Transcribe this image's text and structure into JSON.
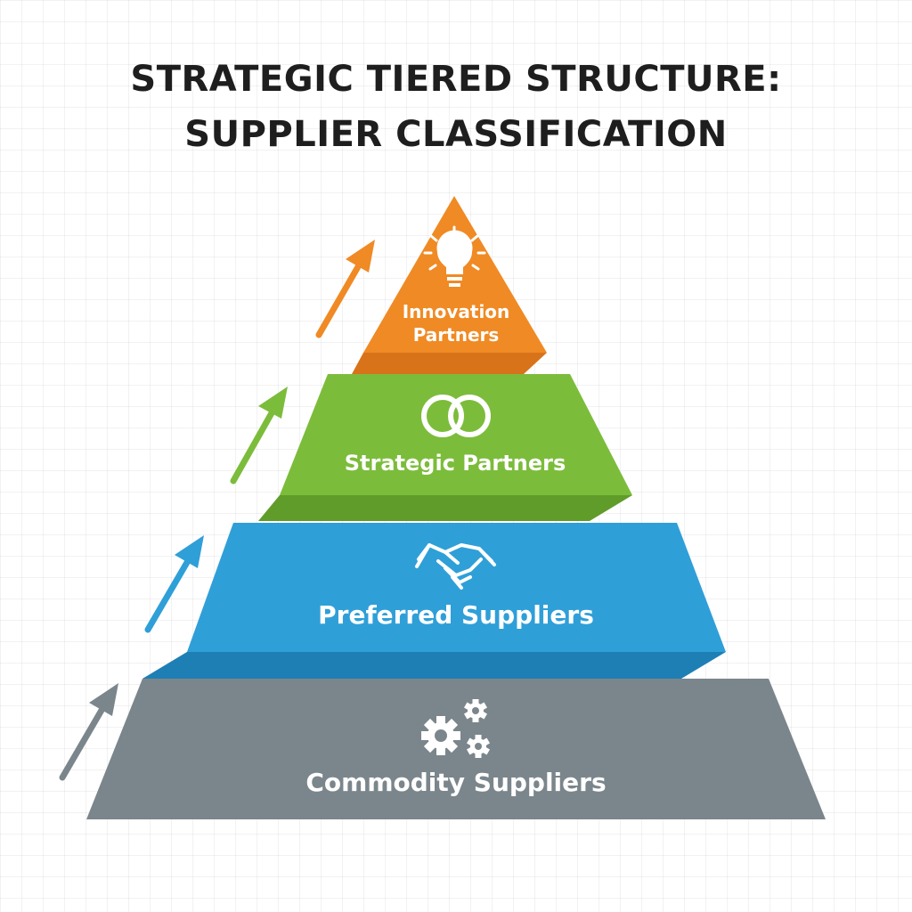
{
  "title": {
    "line1": "STRATEGIC TIERED STRUCTURE:",
    "line2": "SUPPLIER CLASSIFICATION"
  },
  "tiers": [
    {
      "id": "innovation",
      "label_line1": "Innovation",
      "label_line2": "Partners",
      "icon": "lightbulb-icon",
      "color": "#f08a24",
      "shadow_color": "#d8731a"
    },
    {
      "id": "strategic",
      "label": "Strategic Partners",
      "icon": "interlocked-rings-icon",
      "color": "#7cbc3b",
      "shadow_color": "#5f9c2a"
    },
    {
      "id": "preferred",
      "label": "Preferred Suppliers",
      "icon": "handshake-icon",
      "color": "#2f9fd8",
      "shadow_color": "#1e7fb5"
    },
    {
      "id": "commodity",
      "label": "Commodity Suppliers",
      "icon": "gears-icon",
      "color": "#7b868c",
      "shadow_color": "#5f6a70"
    }
  ],
  "arrows": [
    {
      "name": "growth-arrow-orange",
      "color": "#f08a24"
    },
    {
      "name": "growth-arrow-green",
      "color": "#7cbc3b"
    },
    {
      "name": "growth-arrow-blue",
      "color": "#2f9fd8"
    },
    {
      "name": "growth-arrow-gray",
      "color": "#7b868c"
    }
  ]
}
